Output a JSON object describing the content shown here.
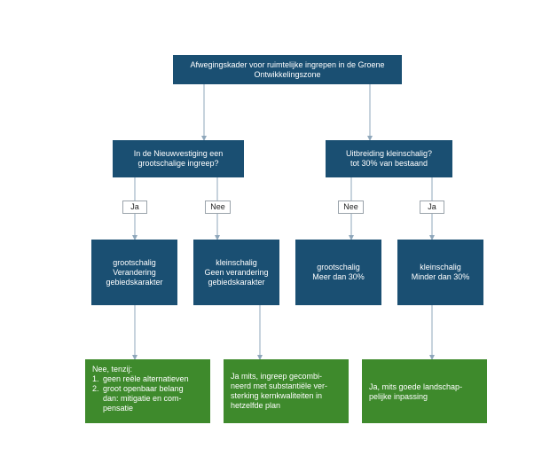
{
  "root": {
    "line1": "Afwegingskader voor ruimtelijke ingrepen in de Groene",
    "line2": "Ontwikkelingszone"
  },
  "q_left": {
    "line1": "In de Nieuwvestiging een",
    "line2": "grootschalige ingreep?"
  },
  "q_right": {
    "line1": "Uitbreiding kleinschalig?",
    "line2": "tot 30% van bestaand"
  },
  "labels": {
    "ja1": "Ja",
    "nee1": "Nee",
    "nee2": "Nee",
    "ja2": "Ja"
  },
  "mid": {
    "b1": {
      "line1": "grootschalig",
      "line2": "Verandering",
      "line3": "gebiedskarakter"
    },
    "b2": {
      "line1": "kleinschalig",
      "line2": "Geen verandering",
      "line3": "gebiedskarakter"
    },
    "b3": {
      "line1": "grootschalig",
      "line2": "Meer dan 30%"
    },
    "b4": {
      "line1": "kleinschalig",
      "line2": "Minder dan 30%"
    }
  },
  "outcomes": {
    "o1": {
      "intro": "Nee, tenzij:",
      "items": [
        {
          "num": "1.",
          "lines": [
            "geen reële alternatieven"
          ]
        },
        {
          "num": "2.",
          "lines": [
            "groot openbaar belang",
            "dan: mitigatie en com-",
            "pensatie"
          ]
        }
      ]
    },
    "o2": {
      "lines": [
        "Ja mits, ingreep gecombi-",
        "neerd met substantiële ver-",
        "sterking kernkwaliteiten in",
        "hetzelfde plan"
      ]
    },
    "o3": {
      "lines": [
        "Ja, mits goede landschap-",
        "pelijke inpassing"
      ]
    }
  },
  "colors": {
    "box_blue": "#1a4f72",
    "box_green": "#3e8a2c",
    "connector": "#8fa7bb"
  }
}
